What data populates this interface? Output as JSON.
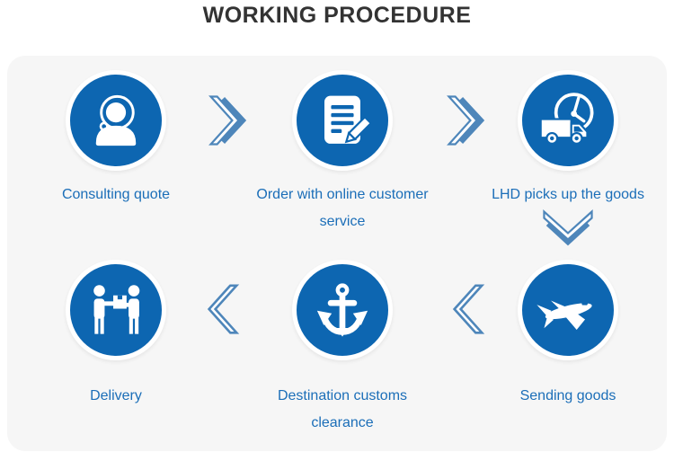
{
  "title": "WORKING PROCEDURE",
  "colors": {
    "circle_blue": "#0d66b1",
    "label_blue": "#1b6eb8",
    "arrow_blue": "#4e86ba",
    "card_bg": "#f6f6f6",
    "title_color": "#333333"
  },
  "steps": [
    {
      "name": "consulting-quote",
      "icon": "headset-icon",
      "lines": [
        "Consulting quote"
      ]
    },
    {
      "name": "order-online-customer-service",
      "icon": "order-document-pencil-icon",
      "lines": [
        "Order with online customer",
        "service"
      ]
    },
    {
      "name": "lhd-picks-up-goods",
      "icon": "truck-clock-icon",
      "lines": [
        "LHD picks up the goods"
      ]
    },
    {
      "name": "sending-goods",
      "icon": "airplane-icon",
      "lines": [
        "Sending goods"
      ]
    },
    {
      "name": "destination-customs-clearance",
      "icon": "anchor-icon",
      "lines": [
        "Destination customs",
        "clearance"
      ]
    },
    {
      "name": "delivery",
      "icon": "delivery-handover-icon",
      "lines": [
        "Delivery"
      ]
    }
  ],
  "arrows": [
    "chevron-right",
    "chevron-right",
    "chevron-down",
    "chevron-left",
    "chevron-left"
  ]
}
